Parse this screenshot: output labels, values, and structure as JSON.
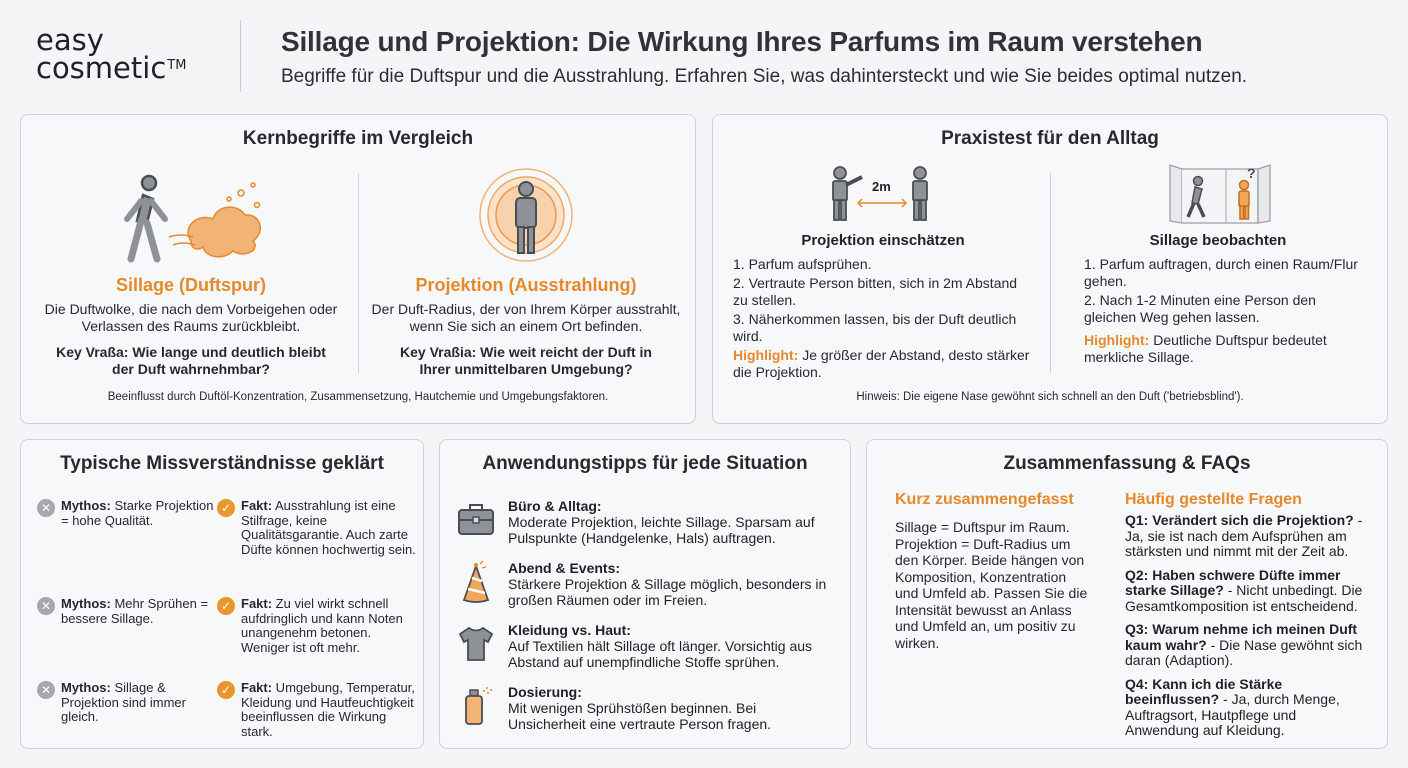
{
  "header": {
    "logo_line1": "easy",
    "logo_line2": "cosmetic",
    "logo_tm": "TM",
    "title": "Sillage und Projektion: Die Wirkung Ihres Parfums im Raum verstehen",
    "subtitle": "Begriffe für die Duftspur und die Ausstrahlung. Erfahren Sie, was dahintersteckt und wie Sie beides optimal nutzen."
  },
  "kern": {
    "title": "Kernbegriffe im Vergleich",
    "sillage": {
      "heading": "Sillage (Duftspur)",
      "desc": "Die Duftwolke, die nach dem Vorbeigehen oder Verlassen des Raums zurückbleibt.",
      "key": "Key Vraßa: Wie lange und deutlich bleibt der Duft wahrnehmbar?"
    },
    "projektion": {
      "heading": "Projektion (Ausstrahlung)",
      "desc": "Der Duft-Radius, der von Ihrem Körper ausstrahlt, wenn Sie sich an einem Ort befinden.",
      "key": "Key Vraßia: Wie weit reicht der Duft in Ihrer unmittelbaren Umgebung?"
    },
    "footer": "Beeinflusst durch Duftöl-Konzentration, Zusammensetzung, Hautchemie und Umgebungsfaktoren."
  },
  "praxis": {
    "title": "Praxistest für den Alltag",
    "distance_label": "2m",
    "question_mark": "?",
    "projektion": {
      "heading": "Projektion einschätzen",
      "steps": [
        "1. Parfum aufsprühen.",
        "2. Vertraute Person bitten, sich in 2m Abstand zu stellen.",
        "3. Näherkommen lassen, bis der Duft deutlich wird."
      ],
      "highlight_label": "Highlight:",
      "highlight_text": " Je größer der Abstand, desto stärker die Projektion."
    },
    "sillage": {
      "heading": "Sillage beobachten",
      "steps": [
        "1. Parfum auftragen, durch einen Raum/Flur gehen.",
        "2. Nach 1-2 Minuten eine Person den gleichen Weg gehen lassen."
      ],
      "highlight_label": "Highlight:",
      "highlight_text": " Deutliche Duftspur bedeutet merkliche Sillage."
    },
    "footer": "Hinweis: Die eigene Nase gewöhnt sich schnell an den Duft ('betriebsblind')."
  },
  "myths": {
    "title": "Typische Missverständnisse geklärt",
    "rows": [
      {
        "myth_label": "Mythos:",
        "myth": " Starke Projektion = hohe Qualität.",
        "fact_label": "Fakt:",
        "fact": " Ausstrahlung ist eine Stilfrage, keine Qualitätsgarantie. Auch zarte Düfte können hochwertig sein."
      },
      {
        "myth_label": "Mythos:",
        "myth": " Mehr Sprühen = bessere Sillage.",
        "fact_label": "Fakt:",
        "fact": " Zu viel wirkt schnell aufdringlich und kann Noten unangenehm betonen. Weniger ist oft mehr."
      },
      {
        "myth_label": "Mythos:",
        "myth": " Sillage & Projektion sind immer gleich.",
        "fact_label": "Fakt:",
        "fact": " Umgebung, Temperatur, Kleidung und Hautfeuchtigkeit beeinflussen die Wirkung stark."
      }
    ]
  },
  "tips": {
    "title": "Anwendungstipps für jede Situation",
    "items": [
      {
        "heading": "Büro & Alltag:",
        "text": "Moderate Projektion, leichte Sillage. Sparsam auf Pulspunkte (Handgelenke, Hals) auftragen."
      },
      {
        "heading": "Abend & Events:",
        "text": "Stärkere Projektion & Sillage möglich, besonders in großen Räumen oder im Freien."
      },
      {
        "heading": "Kleidung vs. Haut:",
        "text": "Auf Textilien hält Sillage oft länger. Vorsichtig aus Abstand auf unempfindliche Stoffe sprühen."
      },
      {
        "heading": "Dosierung:",
        "text": "Mit wenigen Sprühstößen beginnen. Bei Unsicherheit eine vertraute Person fragen."
      }
    ]
  },
  "summary": {
    "title": "Zusammenfassung & FAQs",
    "short_heading": "Kurz zusammengefasst",
    "short_text": "Sillage = Duftspur im Raum. Projektion = Duft-Radius um den Körper. Beide hängen von Komposition, Konzentration und Umfeld ab. Passen Sie die Intensität bewusst an Anlass und Umfeld an, um positiv zu wirken.",
    "faq_heading": "Häufig gestellte Fragen",
    "faqs": [
      {
        "q": "Q1: Verändert sich die Projektion?",
        "a": " - Ja, sie ist nach dem Aufsprühen am stärksten und nimmt mit der Zeit ab."
      },
      {
        "q": "Q2: Haben schwere Düfte immer starke Sillage?",
        "a": " - Nicht unbedingt. Die Gesamtkomposition ist entscheidend."
      },
      {
        "q": "Q3: Warum nehme ich meinen Duft kaum wahr?",
        "a": " - Die Nase gewöhnt sich daran (Adaption)."
      },
      {
        "q": "Q4: Kann ich die Stärke beeinflussen?",
        "a": " - Ja, durch Menge, Auftragsort, Hautpflege und Anwendung auf Kleidung."
      }
    ]
  },
  "colors": {
    "accent": "#e6892c",
    "icon_grey": "#6b7077",
    "badge_grey": "#a5a8ad"
  }
}
